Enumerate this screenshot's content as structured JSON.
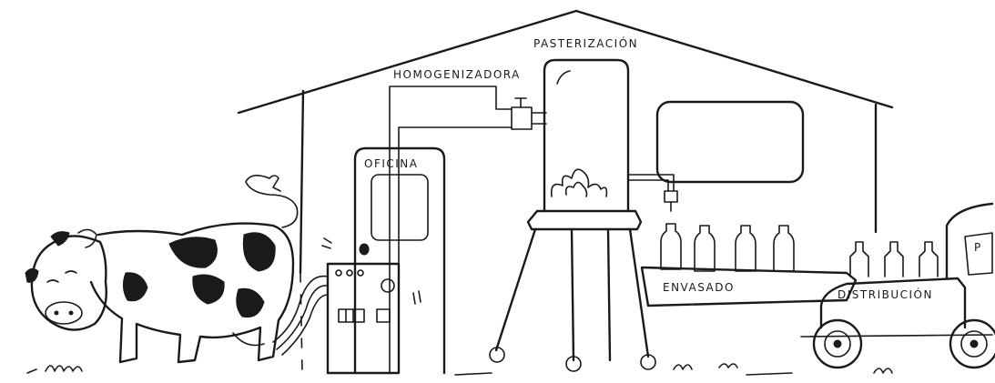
{
  "labels": {
    "pasteurization": "PASTERIZACIÓN",
    "homogenizer": "HOMOGENIZADORA",
    "office": "OFICINA",
    "bottling": "ENVASADO",
    "distribution": "DISTRIBUCIÓN",
    "truck_mark": "P"
  },
  "ink_color": "#1a1a1a",
  "background": "#ffffff"
}
